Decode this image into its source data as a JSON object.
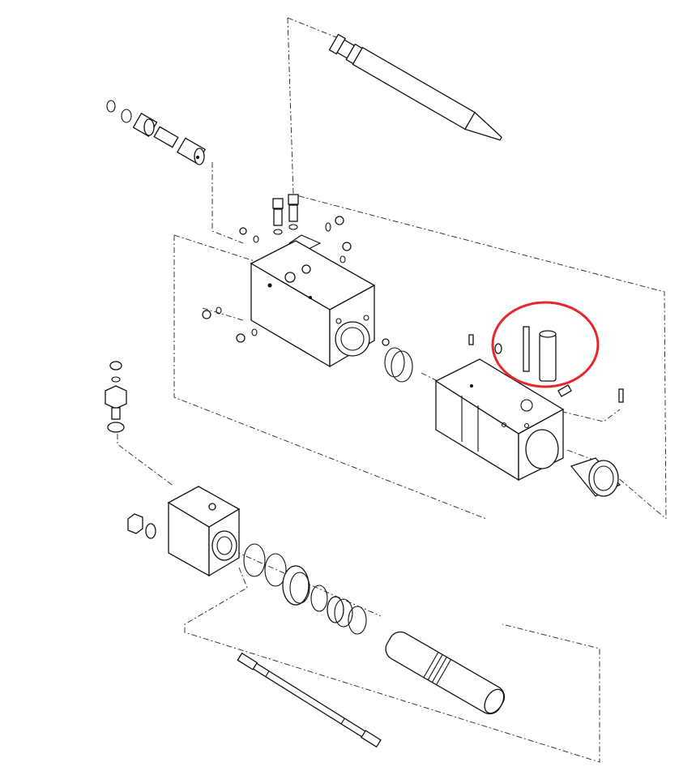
{
  "diagram": {
    "type": "exploded-parts-view",
    "colors": {
      "line": "#111111",
      "background": "#ffffff",
      "highlight": "#e8262b"
    },
    "parts": [
      "chisel",
      "valve-cartridge",
      "front-head-block",
      "main-cylinder-block",
      "back-head-block",
      "piston",
      "tie-rod",
      "o-ring",
      "bushing",
      "retaining-pins"
    ],
    "highlight": {
      "target": "retaining-pins",
      "shape": "ellipse"
    }
  }
}
